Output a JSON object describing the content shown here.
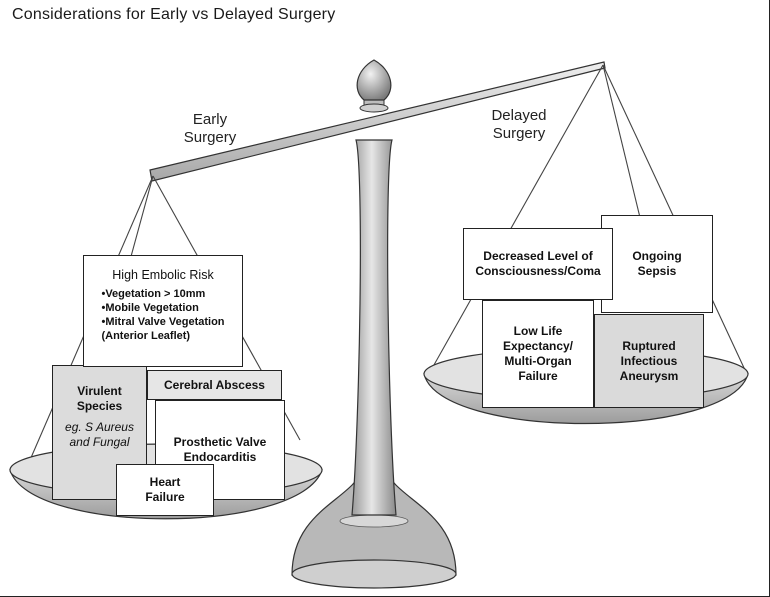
{
  "title": "Considerations for Early vs Delayed Surgery",
  "early_label": [
    "Early",
    "Surgery"
  ],
  "delayed_label": [
    "Delayed",
    "Surgery"
  ],
  "early_boxes": {
    "high_embolic": {
      "heading": "High Embolic Risk",
      "bullets": [
        "•Vegetation > 10mm",
        "•Mobile Vegetation",
        "•Mitral Valve Vegetation",
        " (Anterior Leaflet)"
      ]
    },
    "cerebral_abscess": "Cerebral Abscess",
    "virulent_species": [
      "Virulent",
      "Species"
    ],
    "virulent_examples": [
      "eg. S Aureus",
      "and Fungal"
    ],
    "prosthetic_valve": [
      "Prosthetic Valve",
      "Endocarditis"
    ],
    "heart_failure": [
      "Heart",
      "Failure"
    ]
  },
  "delayed_boxes": {
    "decreased_consciousness": [
      "Decreased Level of",
      "Consciousness/Coma"
    ],
    "ongoing_sepsis": [
      "Ongoing",
      "Sepsis"
    ],
    "low_life": [
      "Low Life",
      "Expectancy/",
      "Multi-Organ",
      "Failure"
    ],
    "ruptured": [
      "Ruptured",
      "Infectious",
      "Aneurysm"
    ]
  }
}
